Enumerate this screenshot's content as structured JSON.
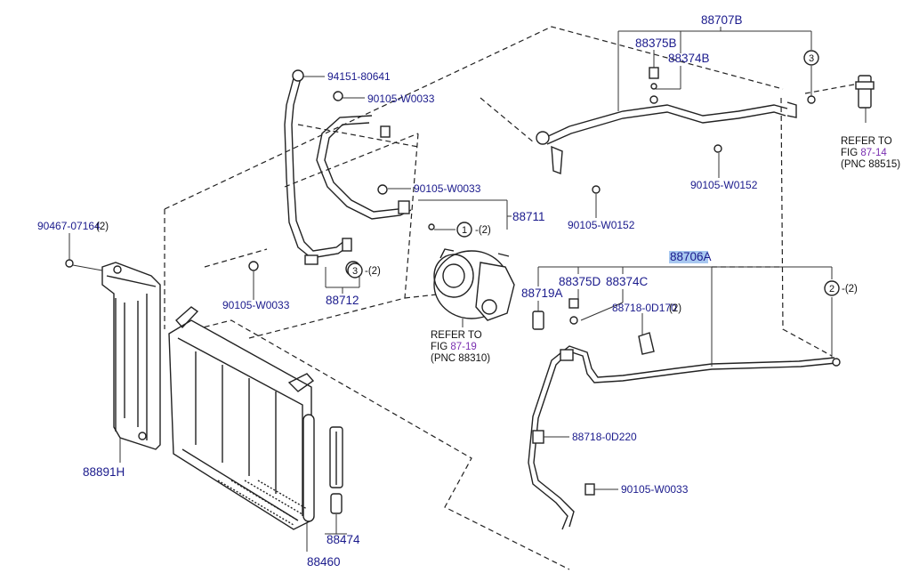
{
  "part_labels": {
    "p88707B": "88707B",
    "p88375B": "88375B",
    "p88374B": "88374B",
    "p94151": "94151-80641",
    "p90105_top": "90105-W0033",
    "p90105_mid": "90105-W0033",
    "p88711": "88711",
    "p90467": "90467-07164",
    "p90105_left": "90105-W0033",
    "p88712": "88712",
    "p90105_W0152_a": "90105-W0152",
    "p90105_W0152_b": "90105-W0152",
    "p88706A": "88706A",
    "p88375D": "88375D",
    "p88374C": "88374C",
    "p88719A": "88719A",
    "p88718_0D170": "88718-0D170",
    "p88718_0D220": "88718-0D220",
    "p90105_bottom": "90105-W0033",
    "p88891H": "88891H",
    "p88474": "88474",
    "p88460": "88460"
  },
  "quantities": {
    "q90467": "(2)",
    "q88711": "-(2)",
    "q88712": "-(2)",
    "q88718_0D170": "(2)",
    "q88706A": "-(2)"
  },
  "circled_refs": {
    "c1": "1",
    "c2": "2",
    "c3a": "3",
    "c3b": "3"
  },
  "references": {
    "compressor": {
      "line1": "REFER TO",
      "line2_prefix": "FIG ",
      "fig": "87-19",
      "line3": "(PNC 88310)"
    },
    "expansion_valve": {
      "line1": "REFER TO",
      "line2_prefix": "FIG ",
      "fig": "87-14",
      "line3": "(PNC 88515)"
    }
  },
  "colors": {
    "part_number": "#1a1a8c",
    "figure_ref": "#7a2fb0",
    "highlight": "#a8c8f0"
  }
}
